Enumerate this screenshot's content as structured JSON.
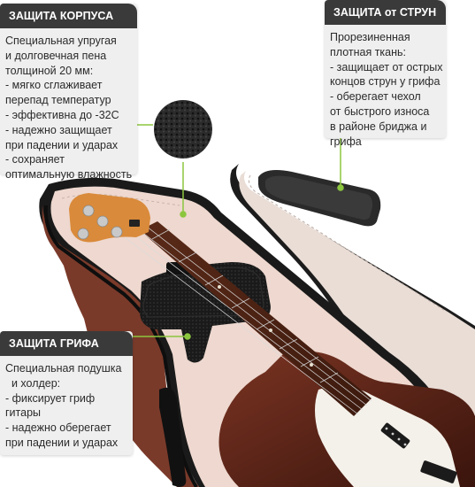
{
  "callouts": {
    "body_protection": {
      "title": "ЗАЩИТА КОРПУСА",
      "lines": [
        "Специальная упругая",
        "и долговечная пена",
        "толщиной 20 мм:",
        "- мягко сглаживает",
        "перепад температур",
        "- эффективна до -32С",
        "- надежно защищает",
        "при падении и ударах",
        "- сохраняет",
        "оптимальную влажность"
      ]
    },
    "string_protection": {
      "title": "ЗАЩИТА от СТРУН",
      "lines": [
        "Прорезиненная",
        "плотная ткань:",
        "- защищает от острых",
        "концов струн у грифа",
        "- оберегает чехол",
        "от быстрого износа",
        "в районе бриджа и",
        "грифа"
      ]
    },
    "neck_protection": {
      "title": "ЗАЩИТА ГРИФА",
      "lines": [
        "Специальная подушка",
        "  и холдер:",
        "- фиксирует гриф",
        "гитары",
        "- надежно оберегает",
        "при падении и ударах"
      ]
    }
  },
  "colors": {
    "accent_line": "#8cc63f",
    "header_bg": "#3a3a3a",
    "callout_bg": "#efefef",
    "case_lining": "#eed8cf",
    "case_shell": "#1c1c1c",
    "guitar_body": "#5a2418",
    "headstock": "#d98a3a"
  }
}
